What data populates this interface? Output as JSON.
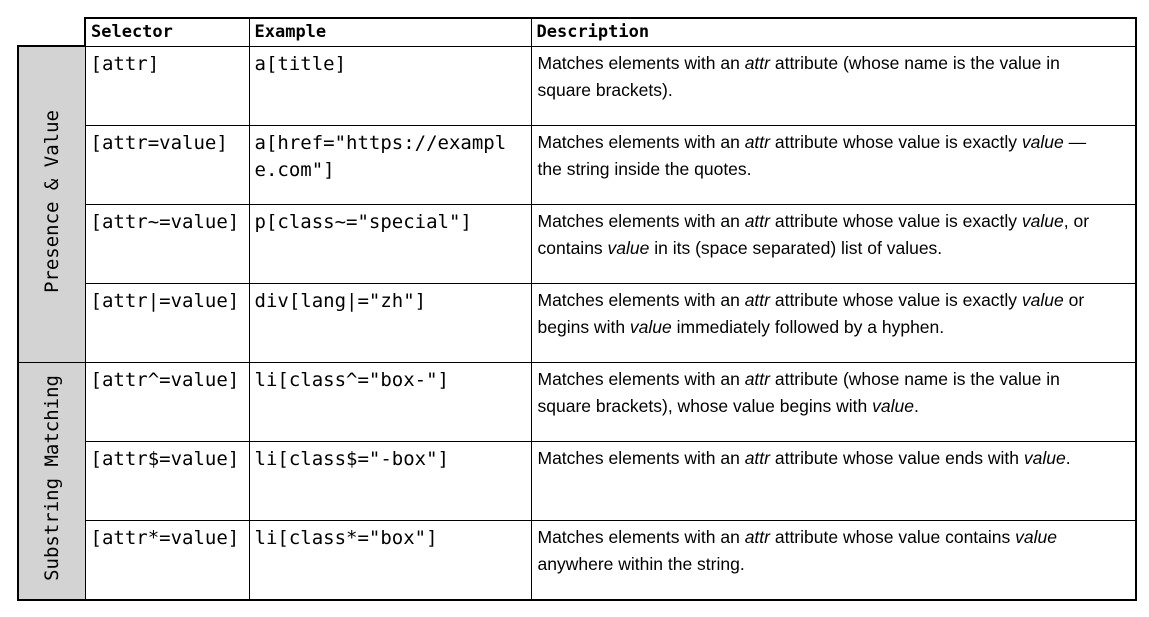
{
  "page": {
    "background": "#ffffff"
  },
  "table": {
    "border_color": "#000000",
    "group_header_bg": "#d3d3d3",
    "headers": {
      "selector": "Selector",
      "example": "Example",
      "description": "Description"
    },
    "groups": [
      {
        "label": "Presence & Value"
      },
      {
        "label": "Substring Matching"
      }
    ],
    "rows": [
      {
        "selector": "[attr]",
        "example": "a[title]",
        "description": [
          {
            "t": "Matches elements with an "
          },
          {
            "t": "attr",
            "i": true
          },
          {
            "t": " attribute (whose name is the value in square brackets)."
          }
        ]
      },
      {
        "selector": "[attr=value]",
        "example": "a[href=\"https://example.com\"]",
        "description": [
          {
            "t": "Matches elements with an "
          },
          {
            "t": "attr",
            "i": true
          },
          {
            "t": " attribute whose value is exactly "
          },
          {
            "t": "value",
            "i": true
          },
          {
            "t": " — the string inside the quotes."
          }
        ]
      },
      {
        "selector": "[attr~=value]",
        "example": "p[class~=\"special\"]",
        "description": [
          {
            "t": "Matches elements with an "
          },
          {
            "t": "attr",
            "i": true
          },
          {
            "t": " attribute whose value is exactly "
          },
          {
            "t": "value",
            "i": true
          },
          {
            "t": ", or contains "
          },
          {
            "t": "value",
            "i": true
          },
          {
            "t": " in its (space separated) list of values."
          }
        ]
      },
      {
        "selector": "[attr|=value]",
        "example": "div[lang|=\"zh\"]",
        "description": [
          {
            "t": "Matches elements with an "
          },
          {
            "t": "attr",
            "i": true
          },
          {
            "t": " attribute whose value is exactly "
          },
          {
            "t": "value",
            "i": true
          },
          {
            "t": " or begins with "
          },
          {
            "t": "value",
            "i": true
          },
          {
            "t": " immediately followed by a hyphen."
          }
        ]
      },
      {
        "selector": "[attr^=value]",
        "example": "li[class^=\"box-\"]",
        "description": [
          {
            "t": "Matches elements with an "
          },
          {
            "t": "attr",
            "i": true
          },
          {
            "t": " attribute (whose name is the value in square brackets), whose value begins with "
          },
          {
            "t": "value",
            "i": true
          },
          {
            "t": "."
          }
        ]
      },
      {
        "selector": "[attr$=value]",
        "example": "li[class$=\"-box\"]",
        "description": [
          {
            "t": "Matches elements with an "
          },
          {
            "t": "attr",
            "i": true
          },
          {
            "t": " attribute whose value ends with "
          },
          {
            "t": "value",
            "i": true
          },
          {
            "t": "."
          }
        ]
      },
      {
        "selector": "[attr*=value]",
        "example": "li[class*=\"box\"]",
        "description": [
          {
            "t": "Matches elements with an "
          },
          {
            "t": "attr",
            "i": true
          },
          {
            "t": " attribute whose value contains "
          },
          {
            "t": "value",
            "i": true
          },
          {
            "t": " anywhere within the string."
          }
        ]
      }
    ]
  }
}
